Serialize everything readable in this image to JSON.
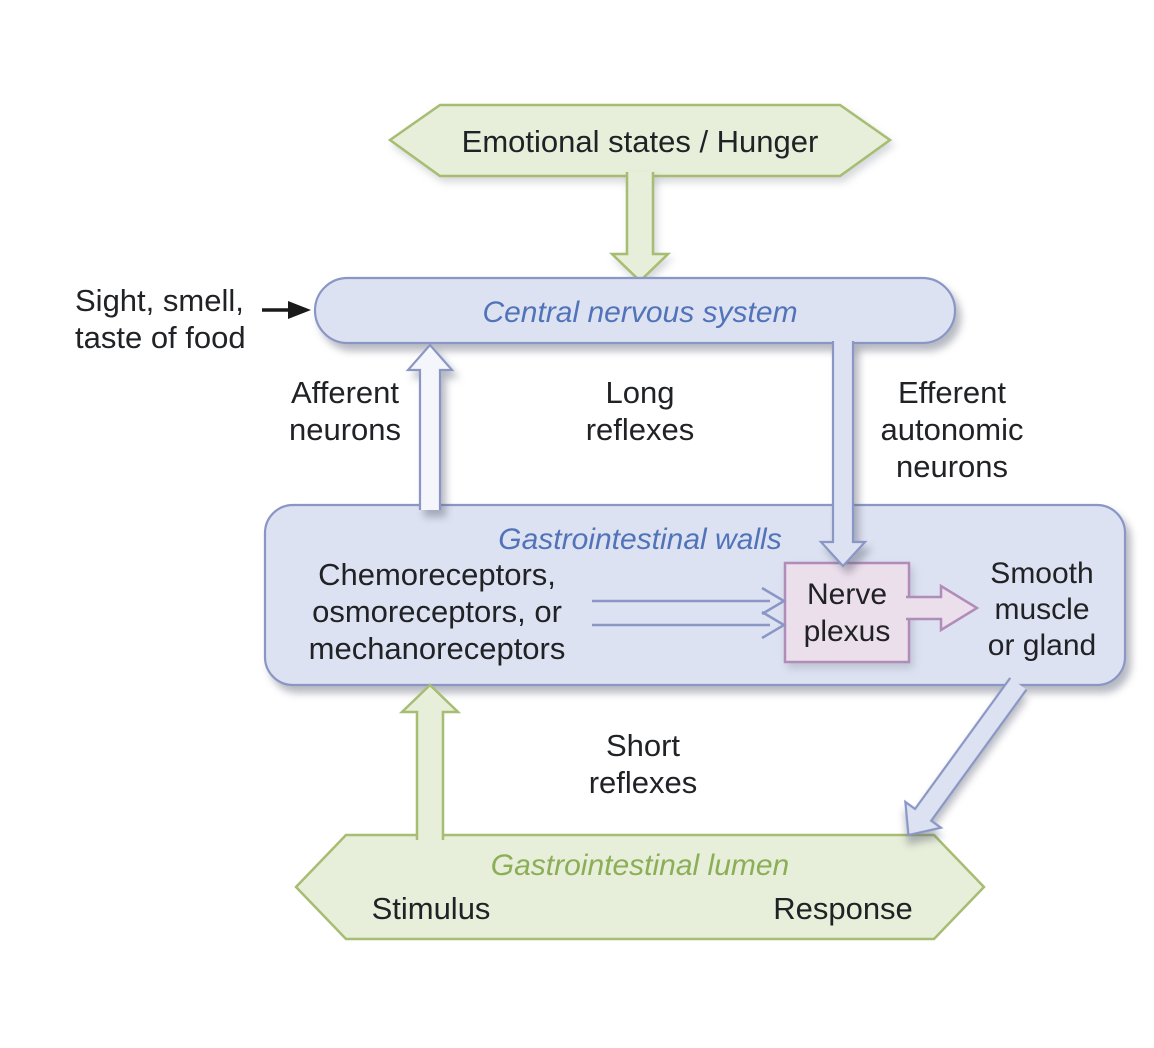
{
  "colors": {
    "background": "#ffffff",
    "green_fill": "#e7eed9",
    "green_stroke": "#a6bd72",
    "green_text": "#8bae57",
    "blue_fill": "#dde2f2",
    "blue_fill_light": "#f4f6fb",
    "blue_stroke": "#8a97c5",
    "blue_text": "#5173b8",
    "pink_fill": "#ecdfec",
    "pink_stroke": "#b08cb8",
    "text": "#202225"
  },
  "nodes": {
    "emotional_states": {
      "label": "Emotional states / Hunger"
    },
    "sight_smell": {
      "label": "Sight, smell,\ntaste of food"
    },
    "central_nervous_system": {
      "label": "Central nervous system"
    },
    "gastrointestinal_walls": {
      "label": "Gastrointestinal walls"
    },
    "receptors": {
      "label": "Chemoreceptors,\nosmoreceptors, or\nmechanoreceptors"
    },
    "nerve_plexus": {
      "label": "Nerve\nplexus"
    },
    "smooth_muscle": {
      "label": "Smooth\nmuscle\nor gland"
    },
    "gastrointestinal_lumen": {
      "label": "Gastrointestinal lumen"
    },
    "stimulus": {
      "label": "Stimulus"
    },
    "response": {
      "label": "Response"
    }
  },
  "edge_labels": {
    "afferent_neurons": "Afferent\nneurons",
    "long_reflexes": "Long\nreflexes",
    "efferent_autonomic_neurons": "Efferent\nautonomic\nneurons",
    "short_reflexes": "Short\nreflexes"
  }
}
